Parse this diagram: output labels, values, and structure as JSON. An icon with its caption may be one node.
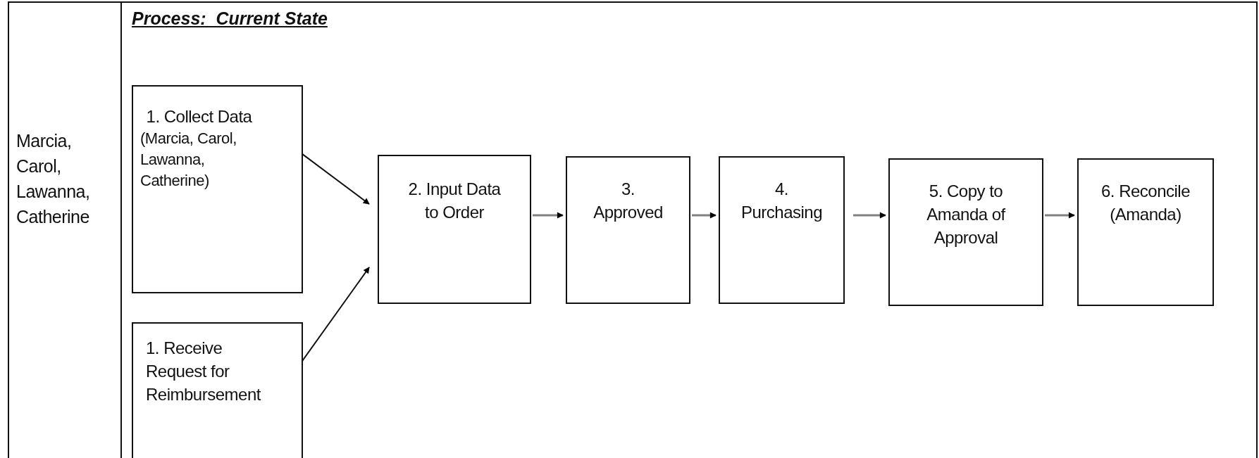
{
  "diagram": {
    "nodes": [
      {
        "text": [
          "Marcia, Carol, Lawanna, Catherine"
        ]
      },
      {
        "text": [
          "Process:  Current State"
        ]
      },
      {
        "text": [
          "1. Collect Data",
          "(Marcia, Carol, Lawanna, Catherine)"
        ],
        "in": 1
      },
      {
        "text": [
          "1. Receive Request for Reimbursement"
        ],
        "in": 1
      },
      {
        "text": [
          "2. Input Data to Order"
        ],
        "in": 1
      },
      {
        "text": [
          "3. Approved"
        ],
        "in": 1
      },
      {
        "text": [
          "4. Purchasing"
        ],
        "in": 1
      },
      {
        "text": [
          "5. Copy to Amanda of Approval"
        ],
        "in": 1
      },
      {
        "text": [
          "6. Reconcile (Amanda)"
        ],
        "in": 1
      }
    ],
    "edges": [
      {
        "from": 2,
        "to": 4,
        "arrow": "to",
        "color": "#111111"
      },
      {
        "from": 3,
        "to": 4,
        "arrow": "to",
        "color": "#111111"
      },
      {
        "from": 4,
        "to": 5,
        "arrow": "to"
      },
      {
        "from": 5,
        "to": 6,
        "arrow": "to"
      },
      {
        "from": 6,
        "to": 7,
        "arrow": "to"
      },
      {
        "from": 7,
        "to": 8,
        "arrow": "to"
      }
    ]
  }
}
